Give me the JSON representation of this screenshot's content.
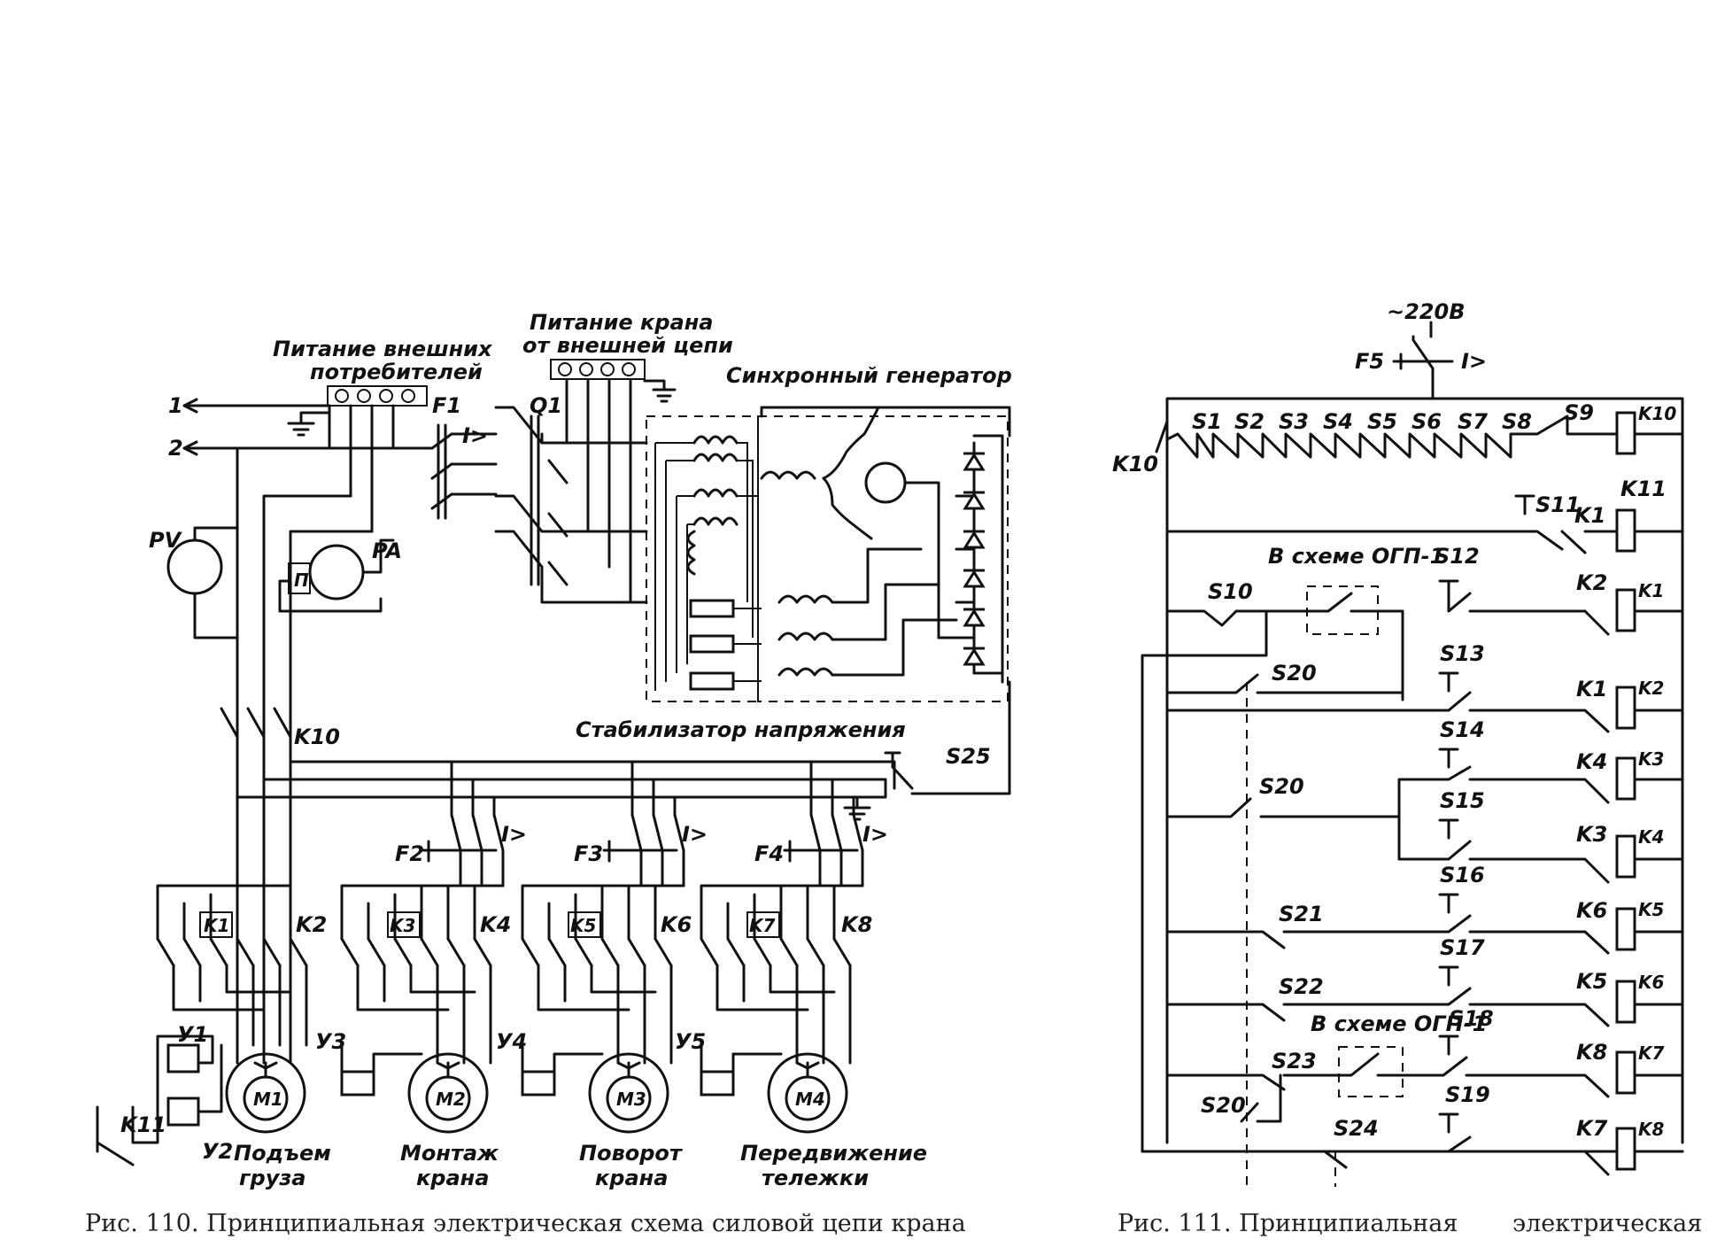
{
  "fig110": {
    "labels": {
      "external_power_1": "Питание внешних",
      "external_power_2": "потребителей",
      "crane_power_1": "Питание крана",
      "crane_power_2": "от внешней цепи",
      "generator": "Синхронный генератор",
      "stabilizer": "Стабилизатор напряжения",
      "line_1": "1",
      "line_2": "2",
      "f1": "F1",
      "q1": "Q1",
      "pv": "PV",
      "pa": "PA",
      "p": "П",
      "k10": "K10",
      "s25": "S25",
      "f2": "F2",
      "f3": "F3",
      "f4": "F4",
      "ovc": "I>",
      "k1": "K1",
      "k2": "K2",
      "k3": "K3",
      "k4": "K4",
      "k5": "K5",
      "k6": "K6",
      "k7": "K7",
      "k8": "K8",
      "k11": "K11",
      "y1": "У1",
      "y2": "У2",
      "y3": "У3",
      "y4": "У4",
      "y5": "У5",
      "m1": "M1",
      "m2": "M2",
      "m3": "M3",
      "m4": "M4"
    },
    "motors": [
      {
        "id": "M1",
        "name_1": "Подъем",
        "name_2": "груза"
      },
      {
        "id": "M2",
        "name_1": "Монтаж",
        "name_2": "крана"
      },
      {
        "id": "M3",
        "name_1": "Поворот",
        "name_2": "крана"
      },
      {
        "id": "M4",
        "name_1": "Передвижение",
        "name_2": "тележки"
      }
    ],
    "caption": "Рис. 110. Принципиальная электрическая схема силовой цепи крана"
  },
  "fig111": {
    "supply": "~220В",
    "f5": "F5",
    "ovc": "I>",
    "k10_left": "K10",
    "s_top": [
      "S1",
      "S2",
      "S3",
      "S4",
      "S5",
      "S6",
      "S7",
      "S8"
    ],
    "s9": "S9",
    "k10_coil": "K10",
    "s11": "S11",
    "k1_c": "K1",
    "k11_coil": "K11",
    "ogp_1": "В схеме ОГП-1",
    "ogp_2": "В схеме ОГП-1",
    "s10": "S10",
    "s12": "S12",
    "s13": "S13",
    "s14": "S14",
    "s15": "S15",
    "s16": "S16",
    "s17": "S17",
    "s18": "S18",
    "s19": "S19",
    "s20": "S20",
    "s21": "S21",
    "s22": "S22",
    "s23": "S23",
    "s24": "S24",
    "rows": [
      {
        "contact": "K2",
        "coil": "K1"
      },
      {
        "contact": "K1",
        "coil": "K2"
      },
      {
        "contact": "K4",
        "coil": "K3"
      },
      {
        "contact": "K3",
        "coil": "K4"
      },
      {
        "contact": "K6",
        "coil": "K5"
      },
      {
        "contact": "K5",
        "coil": "K6"
      },
      {
        "contact": "K8",
        "coil": "K7"
      },
      {
        "contact": "K7",
        "coil": "K8"
      }
    ],
    "caption_1": "Рис. 111. Принципиальная",
    "caption_2": "электрическая"
  }
}
